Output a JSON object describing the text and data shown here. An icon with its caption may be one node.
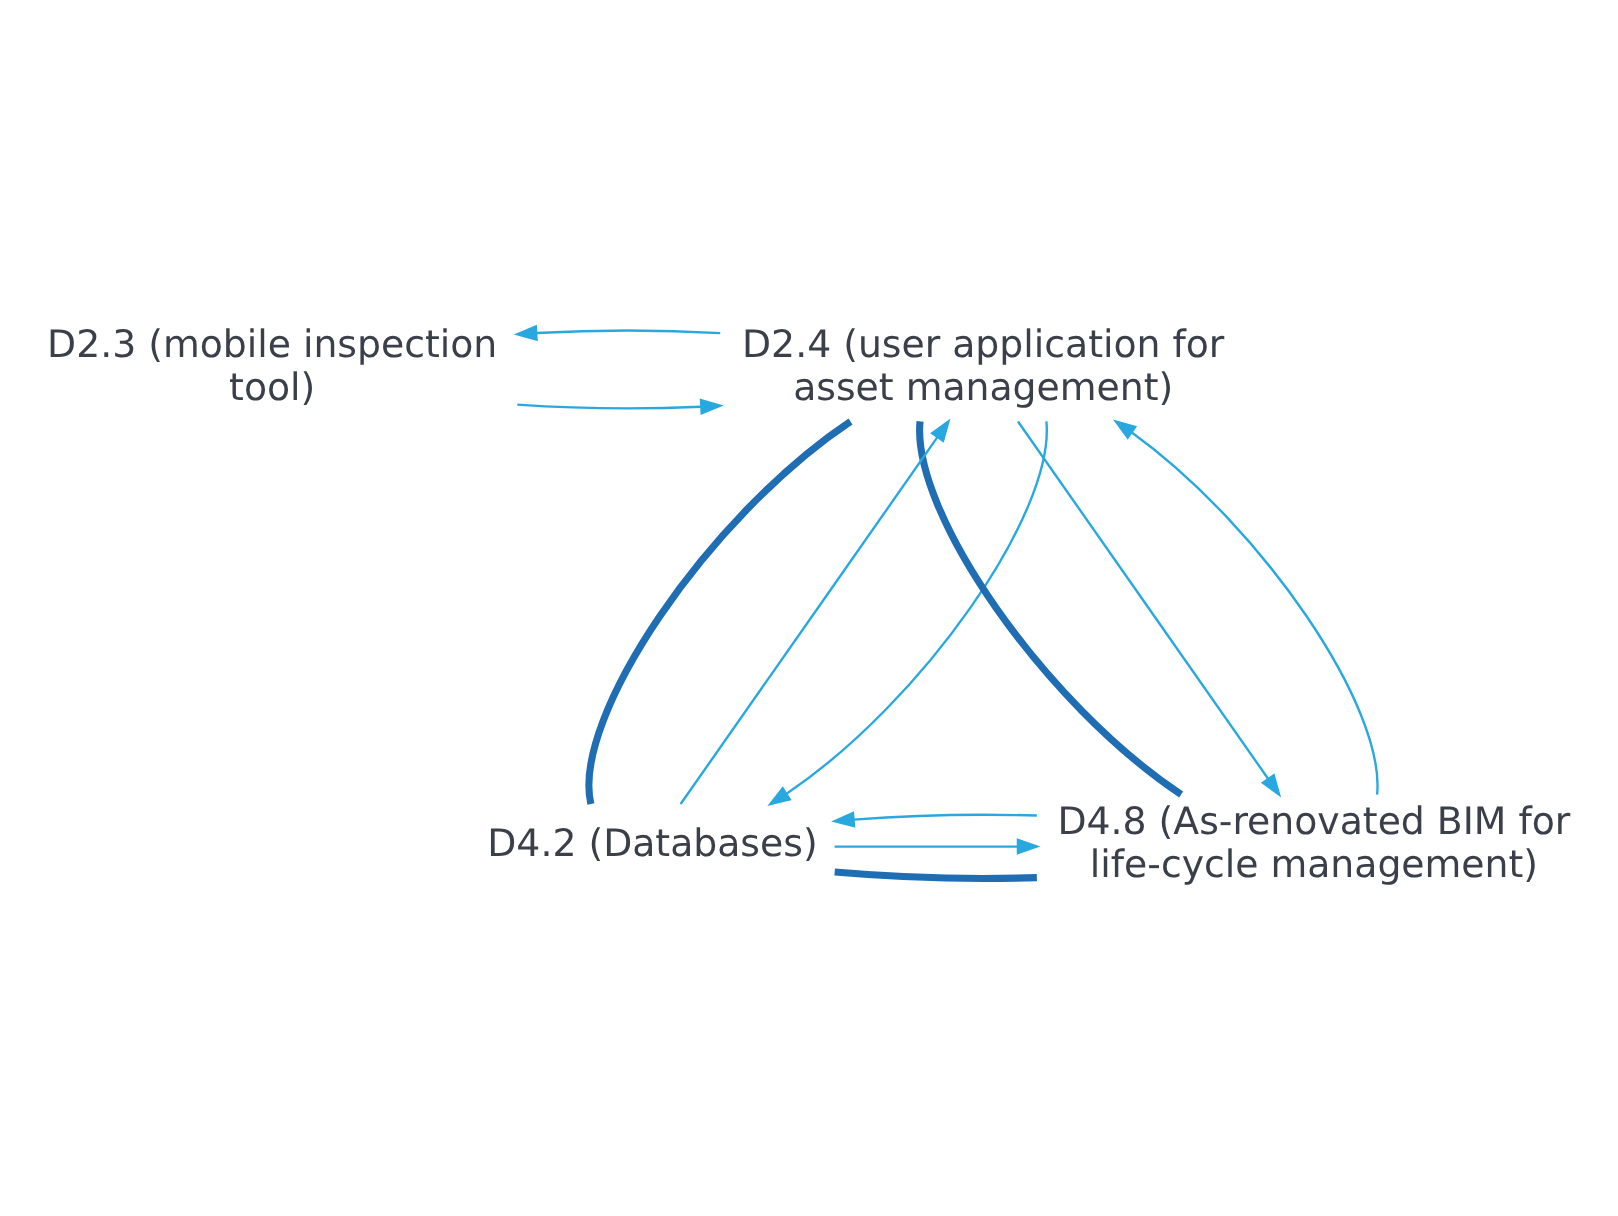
{
  "diagram": {
    "nodes": [
      {
        "text": [
          "D2.3 (mobile inspection tool)"
        ]
      },
      {
        "text": [
          "D2.4 (user application for asset management)"
        ]
      },
      {
        "text": [
          "D4.2 (Databases)"
        ]
      },
      {
        "text": [
          "D4.8 (As-renovated BIM for life-cycle management)"
        ]
      }
    ],
    "edges": [
      {
        "from": 0,
        "to": 1,
        "arrow": "to"
      },
      {
        "from": 1,
        "to": 0,
        "arrow": "to"
      },
      {
        "from": 1,
        "to": 2,
        "arrow": "none",
        "style": "thick",
        "color": "#1f6db3"
      },
      {
        "from": 1,
        "to": 3,
        "arrow": "none",
        "style": "thick",
        "color": "#1f6db3"
      },
      {
        "from": 2,
        "to": 3,
        "arrow": "none",
        "style": "thick",
        "color": "#1f6db3"
      },
      {
        "from": 2,
        "to": 1,
        "arrow": "to"
      },
      {
        "from": 1,
        "to": 2,
        "arrow": "to"
      },
      {
        "from": 1,
        "to": 3,
        "arrow": "to"
      },
      {
        "from": 3,
        "to": 1,
        "arrow": "to"
      },
      {
        "from": 2,
        "to": 3,
        "arrow": "to"
      },
      {
        "from": 3,
        "to": 2,
        "arrow": "to"
      }
    ]
  }
}
